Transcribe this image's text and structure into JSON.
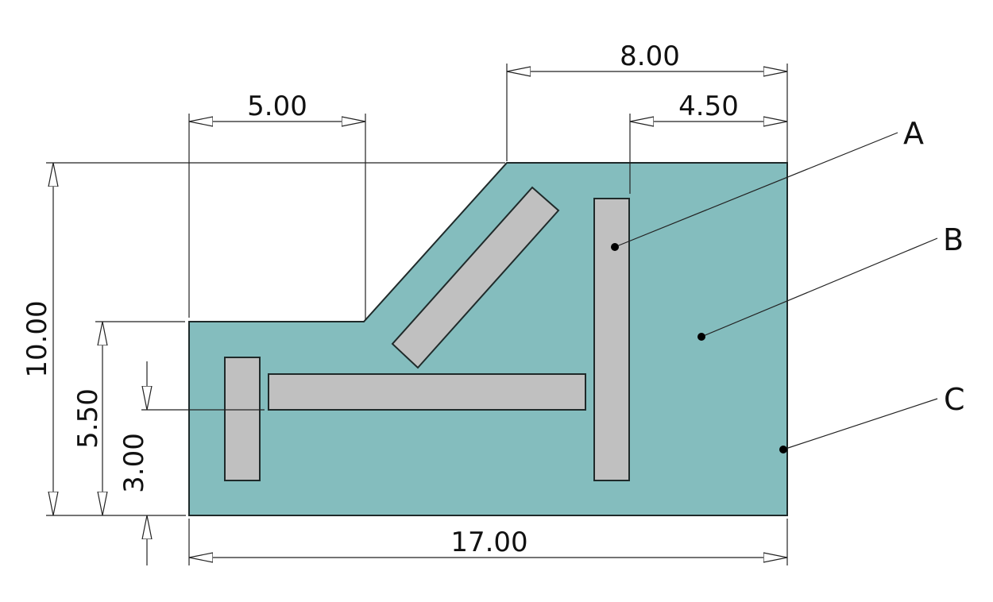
{
  "colors": {
    "plate": "#84BDBE",
    "member": "#C0C0C0",
    "outline": "#1f2a2a"
  },
  "dimensions": {
    "top_right_width": "8.00",
    "right_offset": "4.50",
    "top_left_width": "5.00",
    "total_height": "10.00",
    "left_height": "5.50",
    "bar_height": "3.00",
    "total_width": "17.00"
  },
  "labels": {
    "a": "A",
    "b": "B",
    "c": "C"
  }
}
